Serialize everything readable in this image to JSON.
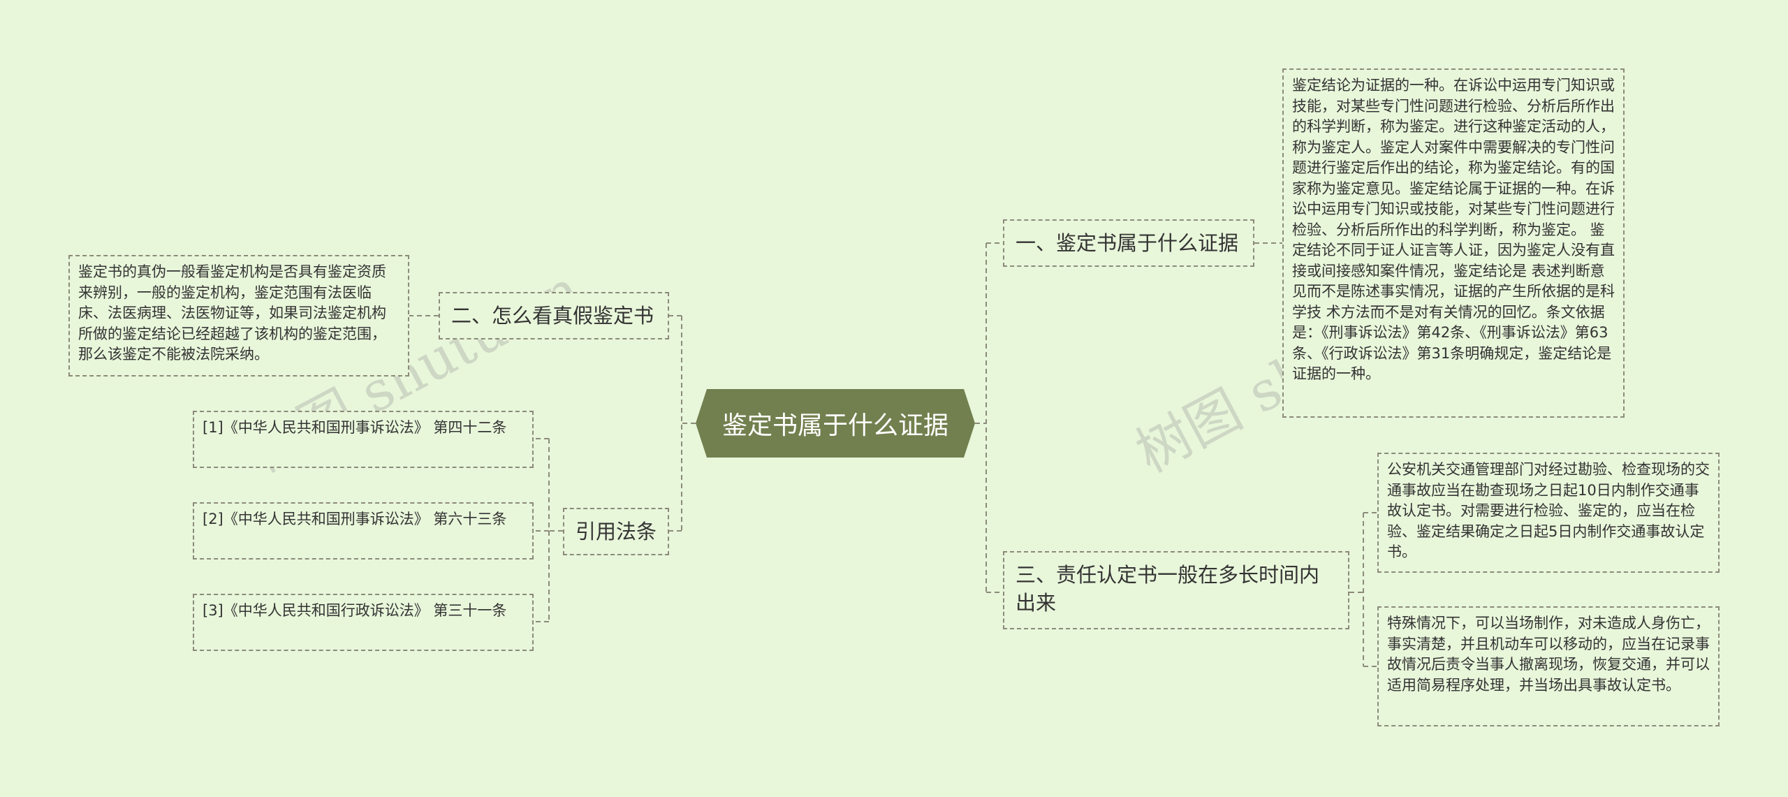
{
  "center": "鉴定书属于什么证据",
  "branches": {
    "b1": "一、鉴定书属于什么证据",
    "b2": "二、怎么看真假鉴定书",
    "b3": "三、责任认定书一般在多长时间内出来",
    "b4": "引用法条"
  },
  "leaves": {
    "l1": "鉴定结论为证据的一种。在诉讼中运用专门知识或技能，对某些专门性问题进行检验、分析后所作出的科学判断，称为鉴定。进行这种鉴定活动的人，称为鉴定人。鉴定人对案件中需要解决的专门性问题进行鉴定后作出的结论，称为鉴定结论。有的国家称为鉴定意见。鉴定结论属于证据的一种。在诉讼中运用专门知识或技能，对某些专门性问题进行检验、分析后所作出的科学判断，称为鉴定。 鉴定结论不同于证人证言等人证，因为鉴定人没有直接或间接感知案件情况，鉴定结论是 表述判断意见而不是陈述事实情况，证据的产生所依据的是科学技 术方法而不是对有关情况的回忆。条文依据是：《刑事诉讼法》第42条、《刑事诉讼法》第63条、《行政诉讼法》第31条明确规定，鉴定结论是证据的一种。",
    "l2": "鉴定书的真伪一般看鉴定机构是否具有鉴定资质来辨别，一般的鉴定机构，鉴定范围有法医临床、法医病理、法医物证等，如果司法鉴定机构所做的鉴定结论已经超越了该机构的鉴定范围，那么该鉴定不能被法院采纳。",
    "l3": "公安机关交通管理部门对经过勘验、检查现场的交通事故应当在勘查现场之日起10日内制作交通事故认定书。对需要进行检验、鉴定的，应当在检验、鉴定结果确定之日起5日内制作交通事故认定书。",
    "l4": "特殊情况下，可以当场制作，对未造成人身伤亡，事实清楚，并且机动车可以移动的，应当在记录事故情况后责令当事人撤离现场，恢复交通，并可以适用简易程序处理，并当场出具事故认定书。",
    "l5": "[1]《中华人民共和国刑事诉讼法》 第四十二条",
    "l6": "[2]《中华人民共和国刑事诉讼法》 第六十三条",
    "l7": "[3]《中华人民共和国行政诉讼法》 第三十一条"
  },
  "watermarks": [
    "树图 shutu.cn",
    "树图 shutu.cn"
  ],
  "colors": {
    "background": "#e8f6da",
    "center_fill": "#72804f",
    "border": "#8b8b7a"
  }
}
